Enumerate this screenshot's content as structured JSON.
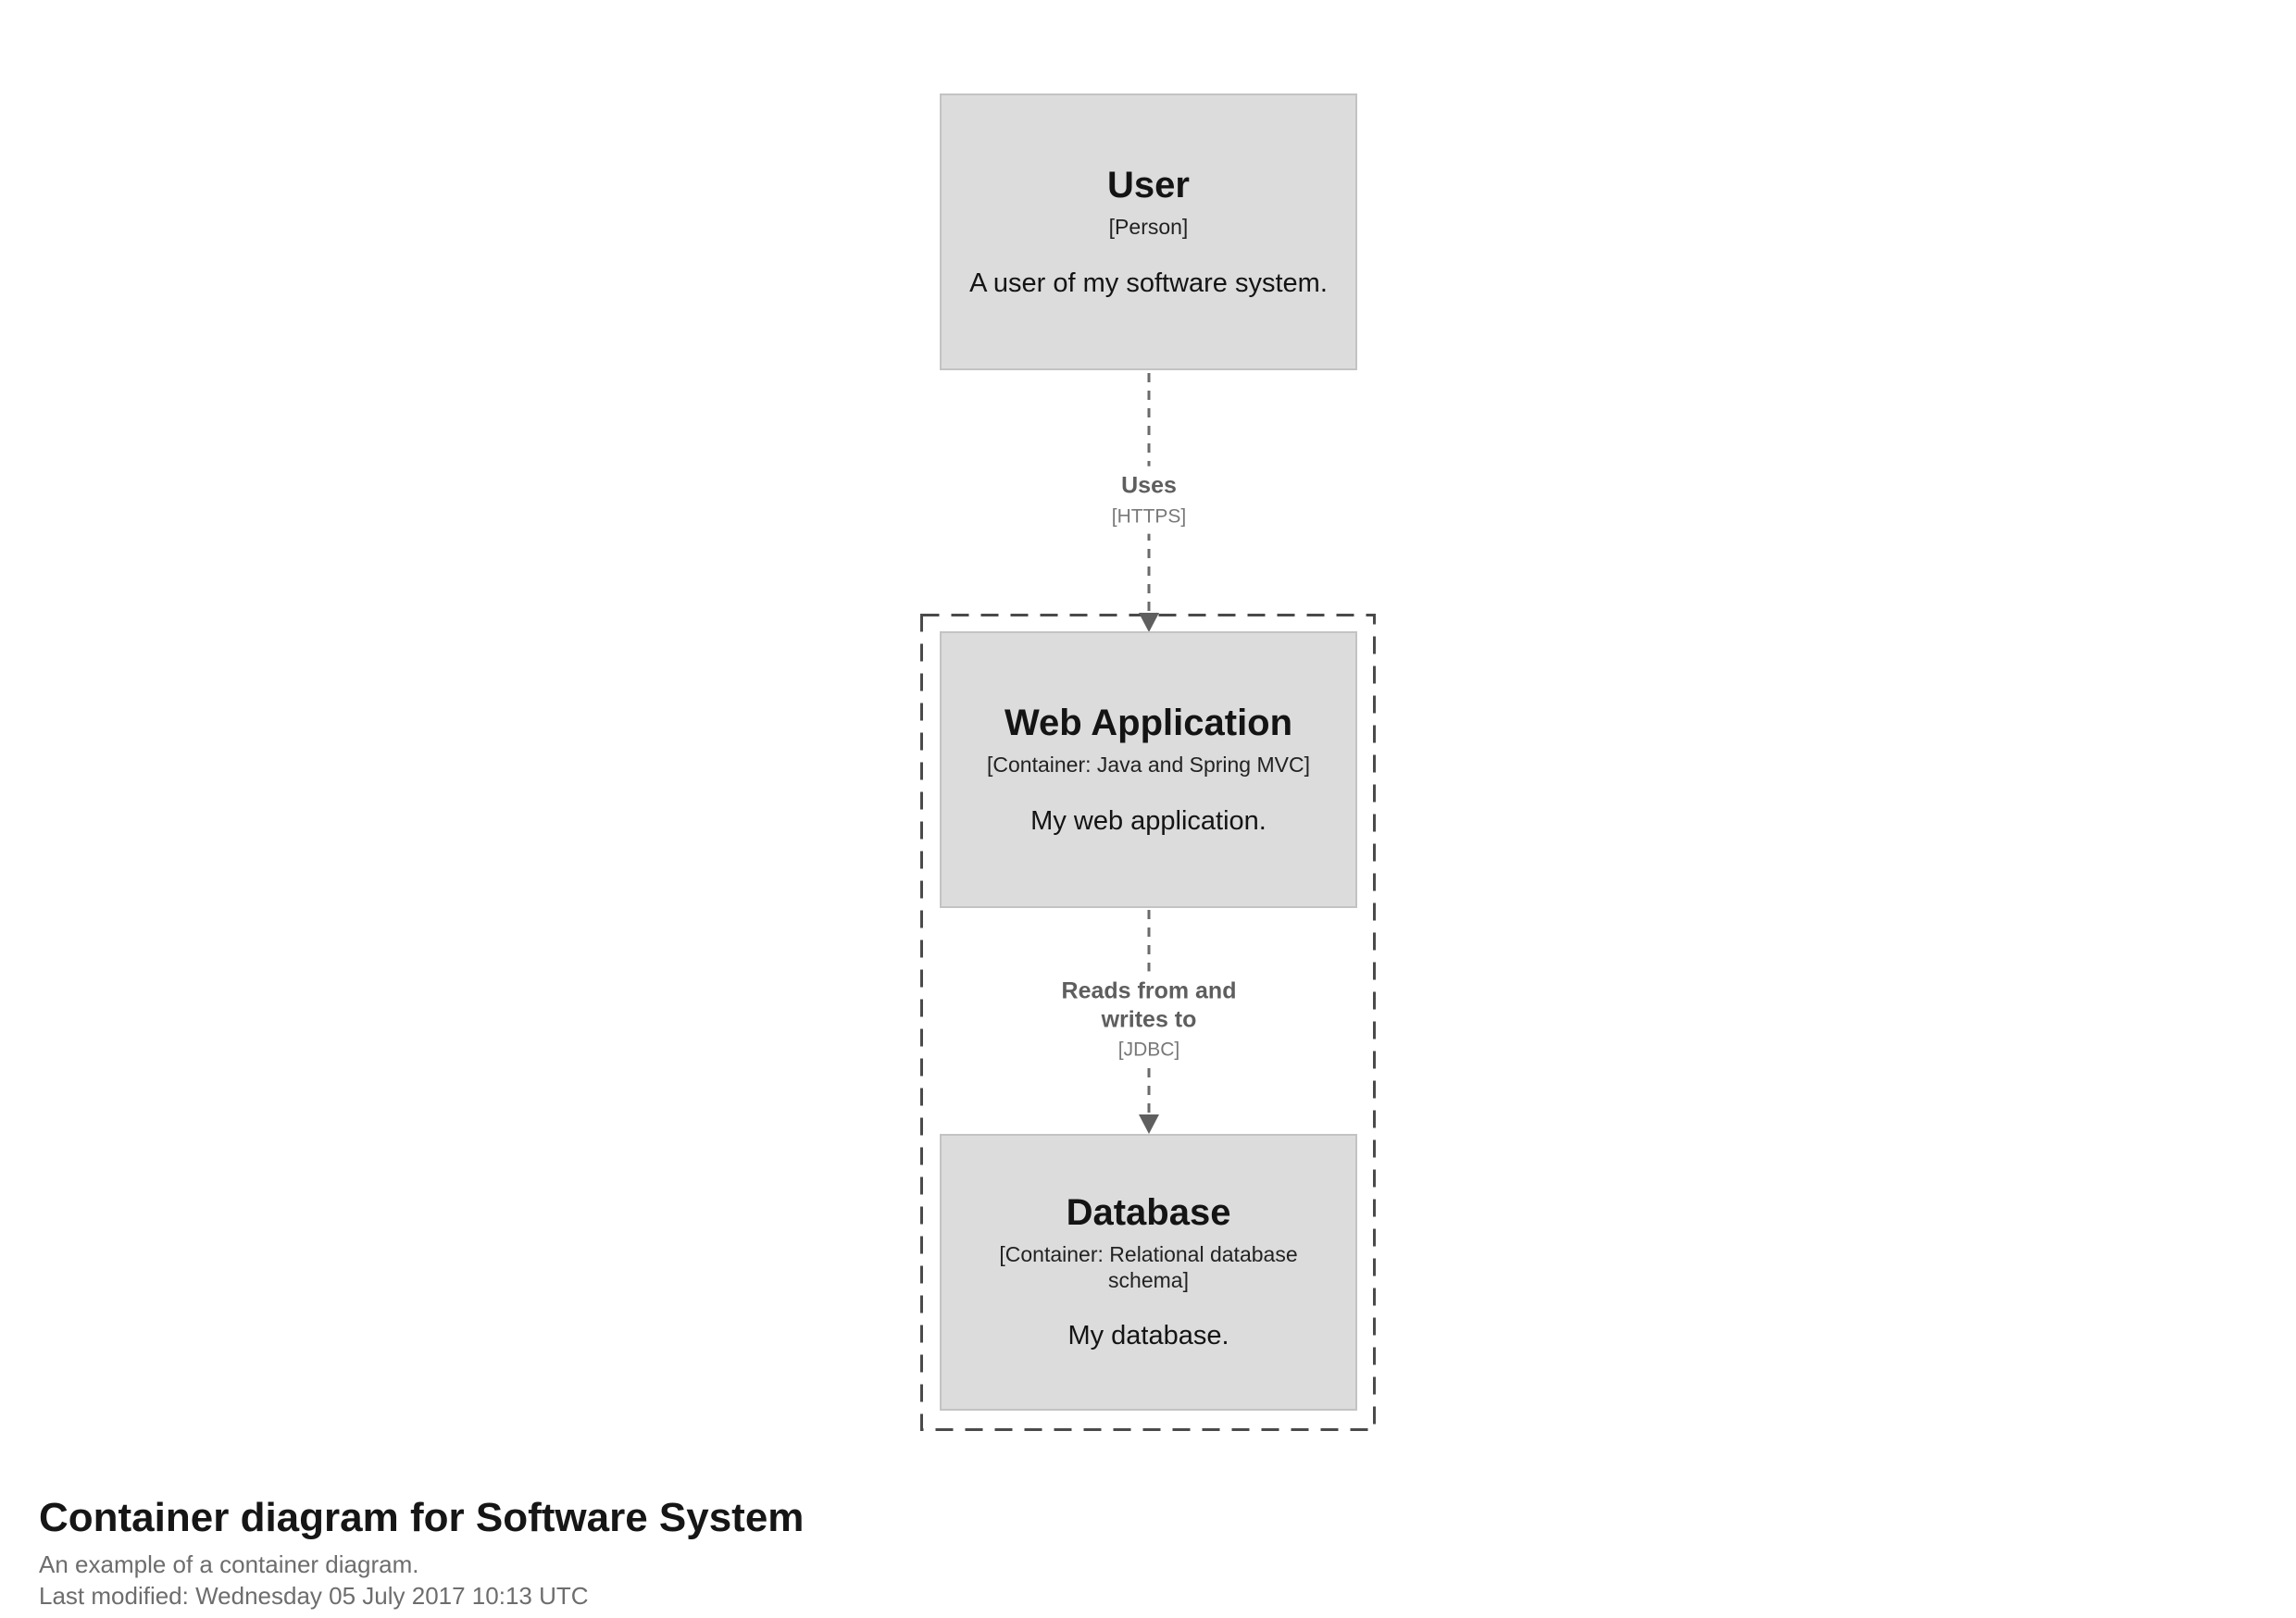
{
  "diagram": {
    "type": "container-diagram",
    "elements": [
      {
        "id": "user",
        "name": "User",
        "metadata": "[Person]",
        "description": "A user of my software system."
      },
      {
        "id": "web-application",
        "name": "Web Application",
        "metadata": "[Container: Java and Spring MVC]",
        "description": "My web application."
      },
      {
        "id": "database",
        "name": "Database",
        "metadata": "[Container: Relational database schema]",
        "description": "My database."
      }
    ],
    "relationships": [
      {
        "id": "user-to-webapp",
        "description": "Uses",
        "technology": "[HTTPS]"
      },
      {
        "id": "webapp-to-database",
        "description": "Reads from and writes to",
        "technology": "[JDBC]"
      }
    ],
    "boundary": {
      "name": "software-system-boundary"
    }
  },
  "footer": {
    "title": "Container diagram for Software System",
    "subtitle": "An example of a container diagram.",
    "last_modified": "Last modified: Wednesday 05 July 2017 10:13 UTC"
  },
  "colors": {
    "page_background": "#ffffff",
    "element_fill": "#dcdcdc",
    "element_border": "#c3c3c3",
    "element_text": "#141414",
    "relationship_line": "#6a6a6a",
    "relationship_label": "#5e5e5e",
    "relationship_technology": "#787878",
    "arrowhead": "#5f5f5f",
    "boundary_dash": "#4a4a4a",
    "footer_title": "#161616",
    "footer_text": "#6d6d6d"
  }
}
